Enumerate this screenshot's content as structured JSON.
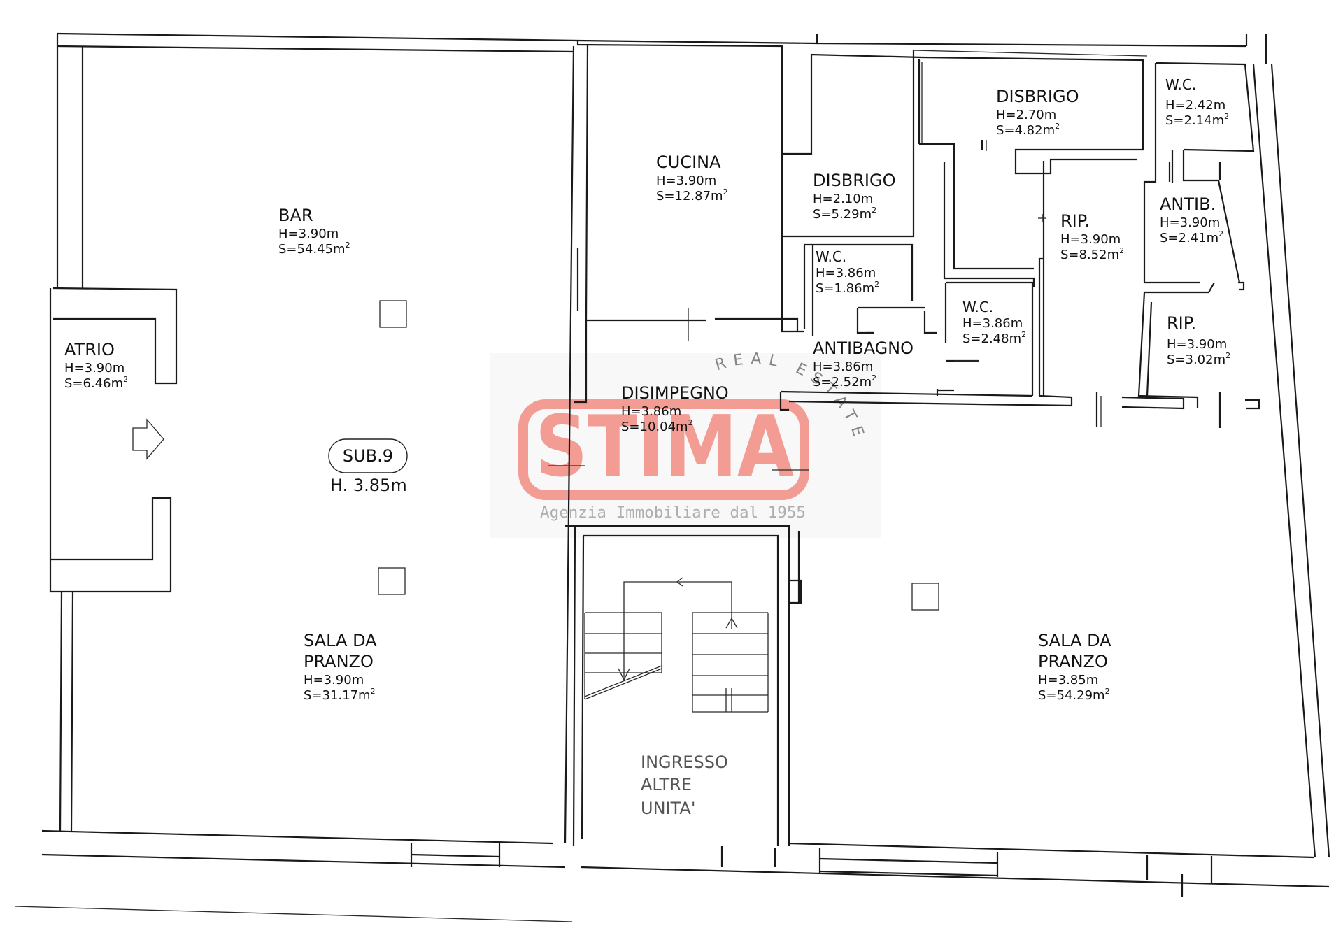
{
  "rooms": [
    {
      "id": "bar",
      "name": "BAR",
      "h": "H=3.90m",
      "s": "S=54.45m",
      "unit_sup": "2"
    },
    {
      "id": "atrio",
      "name": "ATRIO",
      "h": "H=3.90m",
      "s": "S=6.46m",
      "unit_sup": "2"
    },
    {
      "id": "cucina",
      "name": "CUCINA",
      "h": "H=3.90m",
      "s": "S=12.87m",
      "unit_sup": "2"
    },
    {
      "id": "disbrigo-1",
      "name": "DISBRIGO",
      "h": "H=2.70m",
      "s": "S=4.82m",
      "unit_sup": "2"
    },
    {
      "id": "disbrigo-2",
      "name": "DISBRIGO",
      "h": "H=2.10m",
      "s": "S=5.29m",
      "unit_sup": "2"
    },
    {
      "id": "wc-1",
      "name": "W.C.",
      "h": "H=2.42m",
      "s": "S=2.14m",
      "unit_sup": "2"
    },
    {
      "id": "antib",
      "name": "ANTIB.",
      "h": "H=3.90m",
      "s": "S=2.41m",
      "unit_sup": "2"
    },
    {
      "id": "rip-1",
      "name": "RIP.",
      "h": "H=3.90m",
      "s": "S=8.52m",
      "unit_sup": "2"
    },
    {
      "id": "wc-2",
      "name": "W.C.",
      "h": "H=3.86m",
      "s": "S=1.86m",
      "unit_sup": "2"
    },
    {
      "id": "wc-3",
      "name": "W.C.",
      "h": "H=3.86m",
      "s": "S=2.48m",
      "unit_sup": "2"
    },
    {
      "id": "rip-2",
      "name": "RIP.",
      "h": "H=3.90m",
      "s": "S=3.02m",
      "unit_sup": "2"
    },
    {
      "id": "antibagno",
      "name": "ANTIBAGNO",
      "h": "H=3.86m",
      "s": "S=2.52m",
      "unit_sup": "2"
    },
    {
      "id": "disimpegno",
      "name": "DISIMPEGNO",
      "h": "H=3.86m",
      "s": "S=10.04m",
      "unit_sup": "2"
    },
    {
      "id": "sala-1",
      "name_line1": "SALA DA",
      "name_line2": "PRANZO",
      "h": "H=3.90m",
      "s": "S=31.17m",
      "unit_sup": "2"
    },
    {
      "id": "sala-2",
      "name_line1": "SALA DA",
      "name_line2": "PRANZO",
      "h": "H=3.85m",
      "s": "S=54.29m",
      "unit_sup": "2"
    }
  ],
  "sub": {
    "label": "SUB.9",
    "height": "H. 3.85m"
  },
  "ingresso": {
    "line1": "INGRESSO",
    "line2": "ALTRE",
    "line3": "UNITA'"
  },
  "watermark": {
    "brand": "STIMA",
    "tagline": "Agenzia Immobiliare dal 1955",
    "arc": "REAL ESTATE",
    "color": "#f28b82"
  }
}
